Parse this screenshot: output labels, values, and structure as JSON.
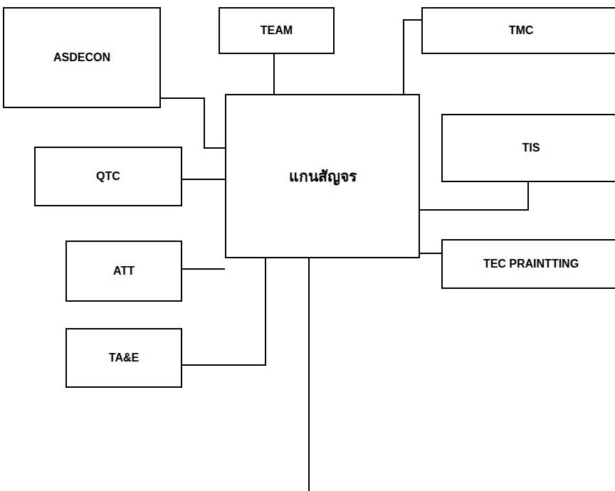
{
  "diagram": {
    "nodes": [
      {
        "text": [
          "ASDECON"
        ]
      },
      {
        "text": [
          "TEAM"
        ]
      },
      {
        "text": [
          "TMC"
        ]
      },
      {
        "text": [
          "แกนสัญจร"
        ]
      },
      {
        "text": [
          "QTC"
        ]
      },
      {
        "text": [
          "TIS"
        ]
      },
      {
        "text": [
          "ATT"
        ]
      },
      {
        "text": [
          "TEC PRAINTTING"
        ]
      },
      {
        "text": [
          "TA&E"
        ]
      }
    ],
    "edges": [
      {
        "from": 3,
        "to": 0,
        "arrow": "none"
      },
      {
        "from": 3,
        "to": 1,
        "arrow": "none"
      },
      {
        "from": 3,
        "to": 2,
        "arrow": "none"
      },
      {
        "from": 3,
        "to": 4,
        "arrow": "none"
      },
      {
        "from": 3,
        "to": 5,
        "arrow": "none"
      },
      {
        "from": 3,
        "to": 6,
        "arrow": "none"
      },
      {
        "from": 3,
        "to": 7,
        "arrow": "none"
      },
      {
        "from": 3,
        "to": 8,
        "arrow": "none"
      }
    ]
  }
}
